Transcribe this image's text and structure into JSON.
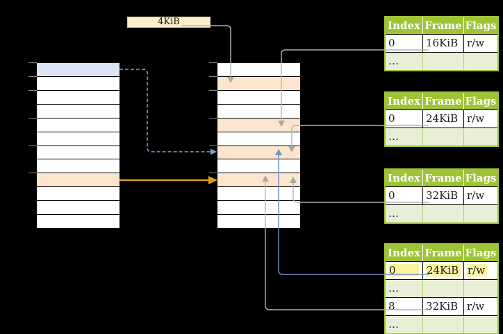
{
  "page_size_label": "4KiB",
  "colors": {
    "background": "#000000",
    "row_blue": "#dae4f4",
    "row_orange": "#fce5cd",
    "table_green": "#9fc337",
    "table_row_green": "#e9efd6",
    "highlight_yellow": "#fbf3a0",
    "label_cream": "#fdeecd",
    "connector_gray": "#b3b3b3",
    "connector_blue": "#6c92c6",
    "dashed_blue": "#7ea3d8",
    "arrow_orange": "#dd9e17",
    "tick_gray": "#8a8a8a"
  },
  "memory_columns": [
    {
      "id": "virtual",
      "rows": [
        "blue",
        "white",
        "white",
        "white",
        "white",
        "white",
        "white",
        "white",
        "orange",
        "white",
        "white",
        "white"
      ],
      "tick_rows": [
        0,
        1,
        2,
        4,
        6,
        8
      ]
    },
    {
      "id": "physical",
      "rows": [
        "white",
        "orange",
        "white",
        "white",
        "orange",
        "white",
        "orange",
        "white",
        "orange",
        "white",
        "white",
        "white"
      ],
      "tick_rows": [
        0,
        1,
        2,
        4,
        6,
        8
      ]
    }
  ],
  "tables": [
    {
      "headers": [
        "Index",
        "Frame",
        "Flags"
      ],
      "rows": [
        {
          "cells": [
            "0",
            "16KiB",
            "r/w"
          ],
          "type": "data",
          "highlight": false
        },
        {
          "cells": [
            "…",
            "",
            ""
          ],
          "type": "ellipsis",
          "highlight": false
        }
      ]
    },
    {
      "headers": [
        "Index",
        "Frame",
        "Flags"
      ],
      "rows": [
        {
          "cells": [
            "0",
            "24KiB",
            "r/w"
          ],
          "type": "data",
          "highlight": false
        },
        {
          "cells": [
            "…",
            "",
            ""
          ],
          "type": "ellipsis",
          "highlight": false
        }
      ]
    },
    {
      "headers": [
        "Index",
        "Frame",
        "Flags"
      ],
      "rows": [
        {
          "cells": [
            "0",
            "32KiB",
            "r/w"
          ],
          "type": "data",
          "highlight": false
        },
        {
          "cells": [
            "…",
            "",
            ""
          ],
          "type": "ellipsis",
          "highlight": false
        }
      ]
    },
    {
      "headers": [
        "Index",
        "Frame",
        "Flags"
      ],
      "rows": [
        {
          "cells": [
            "0",
            "24KiB",
            "r/w"
          ],
          "type": "data",
          "highlight": true
        },
        {
          "cells": [
            "…",
            "",
            ""
          ],
          "type": "ellipsis",
          "highlight": false
        },
        {
          "cells": [
            "8",
            "32KiB",
            "r/w"
          ],
          "type": "data",
          "highlight": false
        },
        {
          "cells": [
            "…",
            "",
            ""
          ],
          "type": "ellipsis",
          "highlight": false
        }
      ]
    }
  ]
}
